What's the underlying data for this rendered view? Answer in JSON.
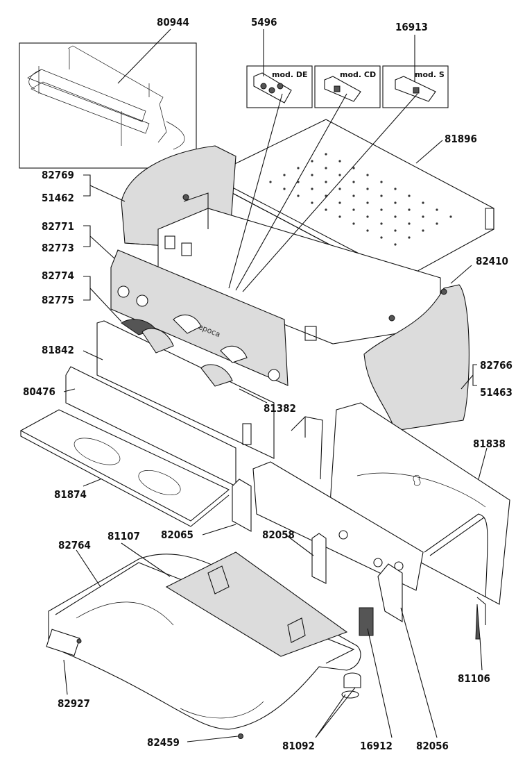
{
  "modules": [
    {
      "label": "mod.",
      "code": "DE"
    },
    {
      "label": "mod.",
      "code": "CD"
    },
    {
      "label": "mod.",
      "code": "S"
    }
  ],
  "panel_brand": "epoca",
  "parts": [
    "80944",
    "5496",
    "16913",
    "81896",
    "82769",
    "51462",
    "82771",
    "82773",
    "82774",
    "82775",
    "82410",
    "81842",
    "82766",
    "51463",
    "80476",
    "81382",
    "81838",
    "81874",
    "82065",
    "81107",
    "82764",
    "82058",
    "81106",
    "82927",
    "82459",
    "81092",
    "16912",
    "82056"
  ]
}
